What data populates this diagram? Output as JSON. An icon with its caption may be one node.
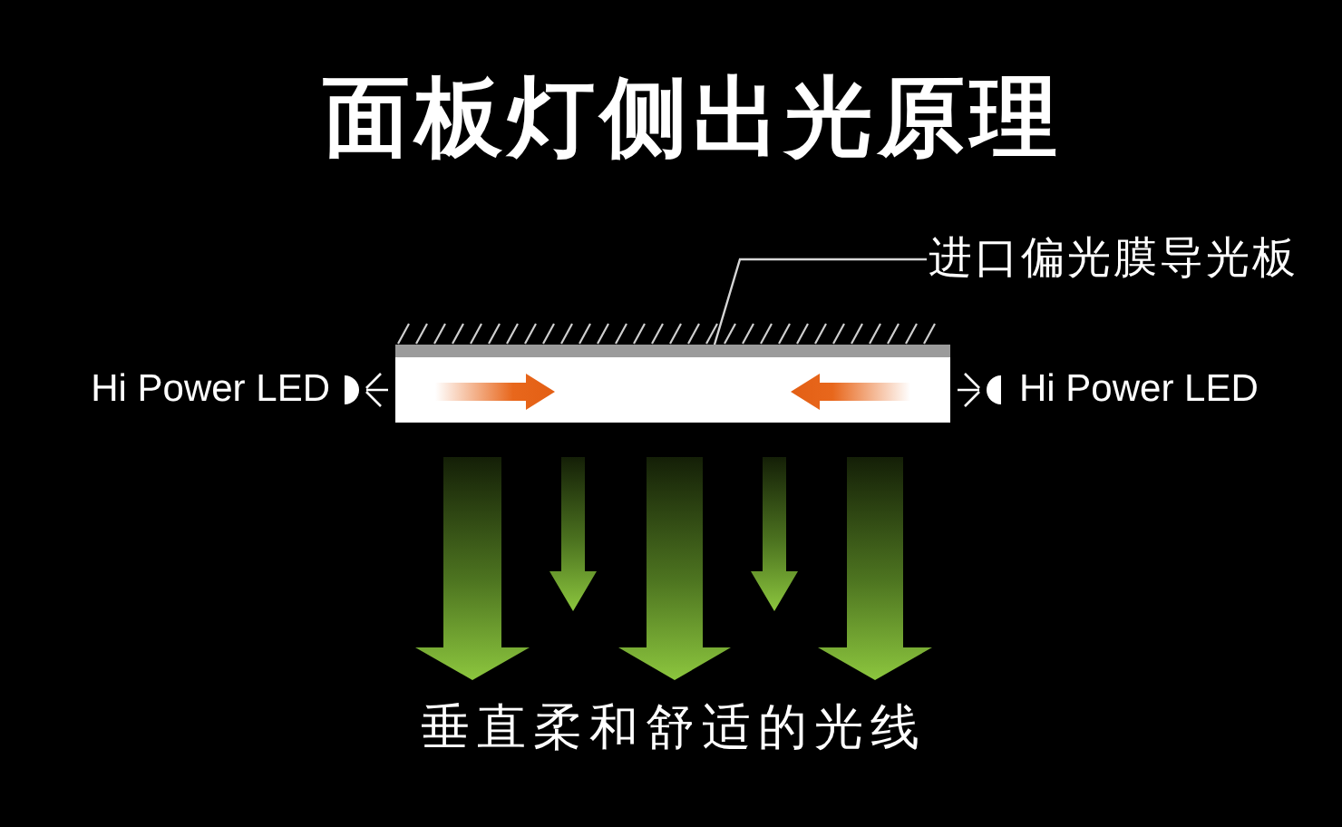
{
  "diagram": {
    "title": "面板灯侧出光原理",
    "nodes": [
      {
        "text": [
          "进口偏光膜导光板"
        ]
      },
      {
        "text": [],
        "shape": "bar"
      }
    ],
    "edges": [
      {
        "from": 0,
        "to": 1,
        "arrow": "none"
      }
    ],
    "labels": [
      "Hi Power LED",
      "Hi Power LED",
      "垂直柔和舒适的光线"
    ]
  }
}
